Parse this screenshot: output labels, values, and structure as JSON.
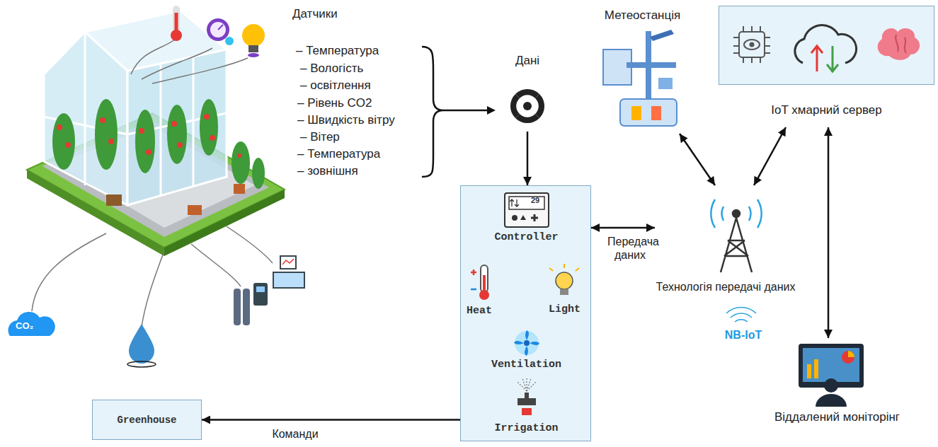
{
  "diagram": {
    "nodes": [
      {
        "text": [
          "Метеостанція"
        ]
      },
      {
        "text": [
          "IoT хмарний сервер"
        ]
      },
      {
        "text": [
          "Дані"
        ]
      },
      {
        "text": [
          "Controller",
          "Heat",
          "Light",
          "Ventilation",
          "Irrigation"
        ]
      },
      {
        "text": [
          "Технологія передачі даних",
          "NB-IoT"
        ]
      },
      {
        "text": [
          "Greenhouse"
        ]
      },
      {
        "text": [
          "Віддалений моніторінг"
        ]
      }
    ],
    "edges": [
      {
        "from": 2,
        "to": 3,
        "arrow": "to"
      },
      {
        "from": 3,
        "to": 4,
        "label": "Передача даних",
        "arrow": "both"
      },
      {
        "from": 0,
        "to": 4,
        "arrow": "both"
      },
      {
        "from": 1,
        "to": 4,
        "arrow": "both"
      },
      {
        "from": 1,
        "to": 6,
        "arrow": "both"
      },
      {
        "from": 3,
        "to": 5,
        "label": "Команди",
        "arrow": "to"
      }
    ],
    "labels": [
      "Датчики",
      "– Температура",
      "– Вологість",
      "– освітлення",
      "– Рівень CO2",
      "– Швидкість вітру",
      "– Вітер",
      "– Температура",
      "– зовнішня",
      "CO₂",
      "29"
    ]
  }
}
